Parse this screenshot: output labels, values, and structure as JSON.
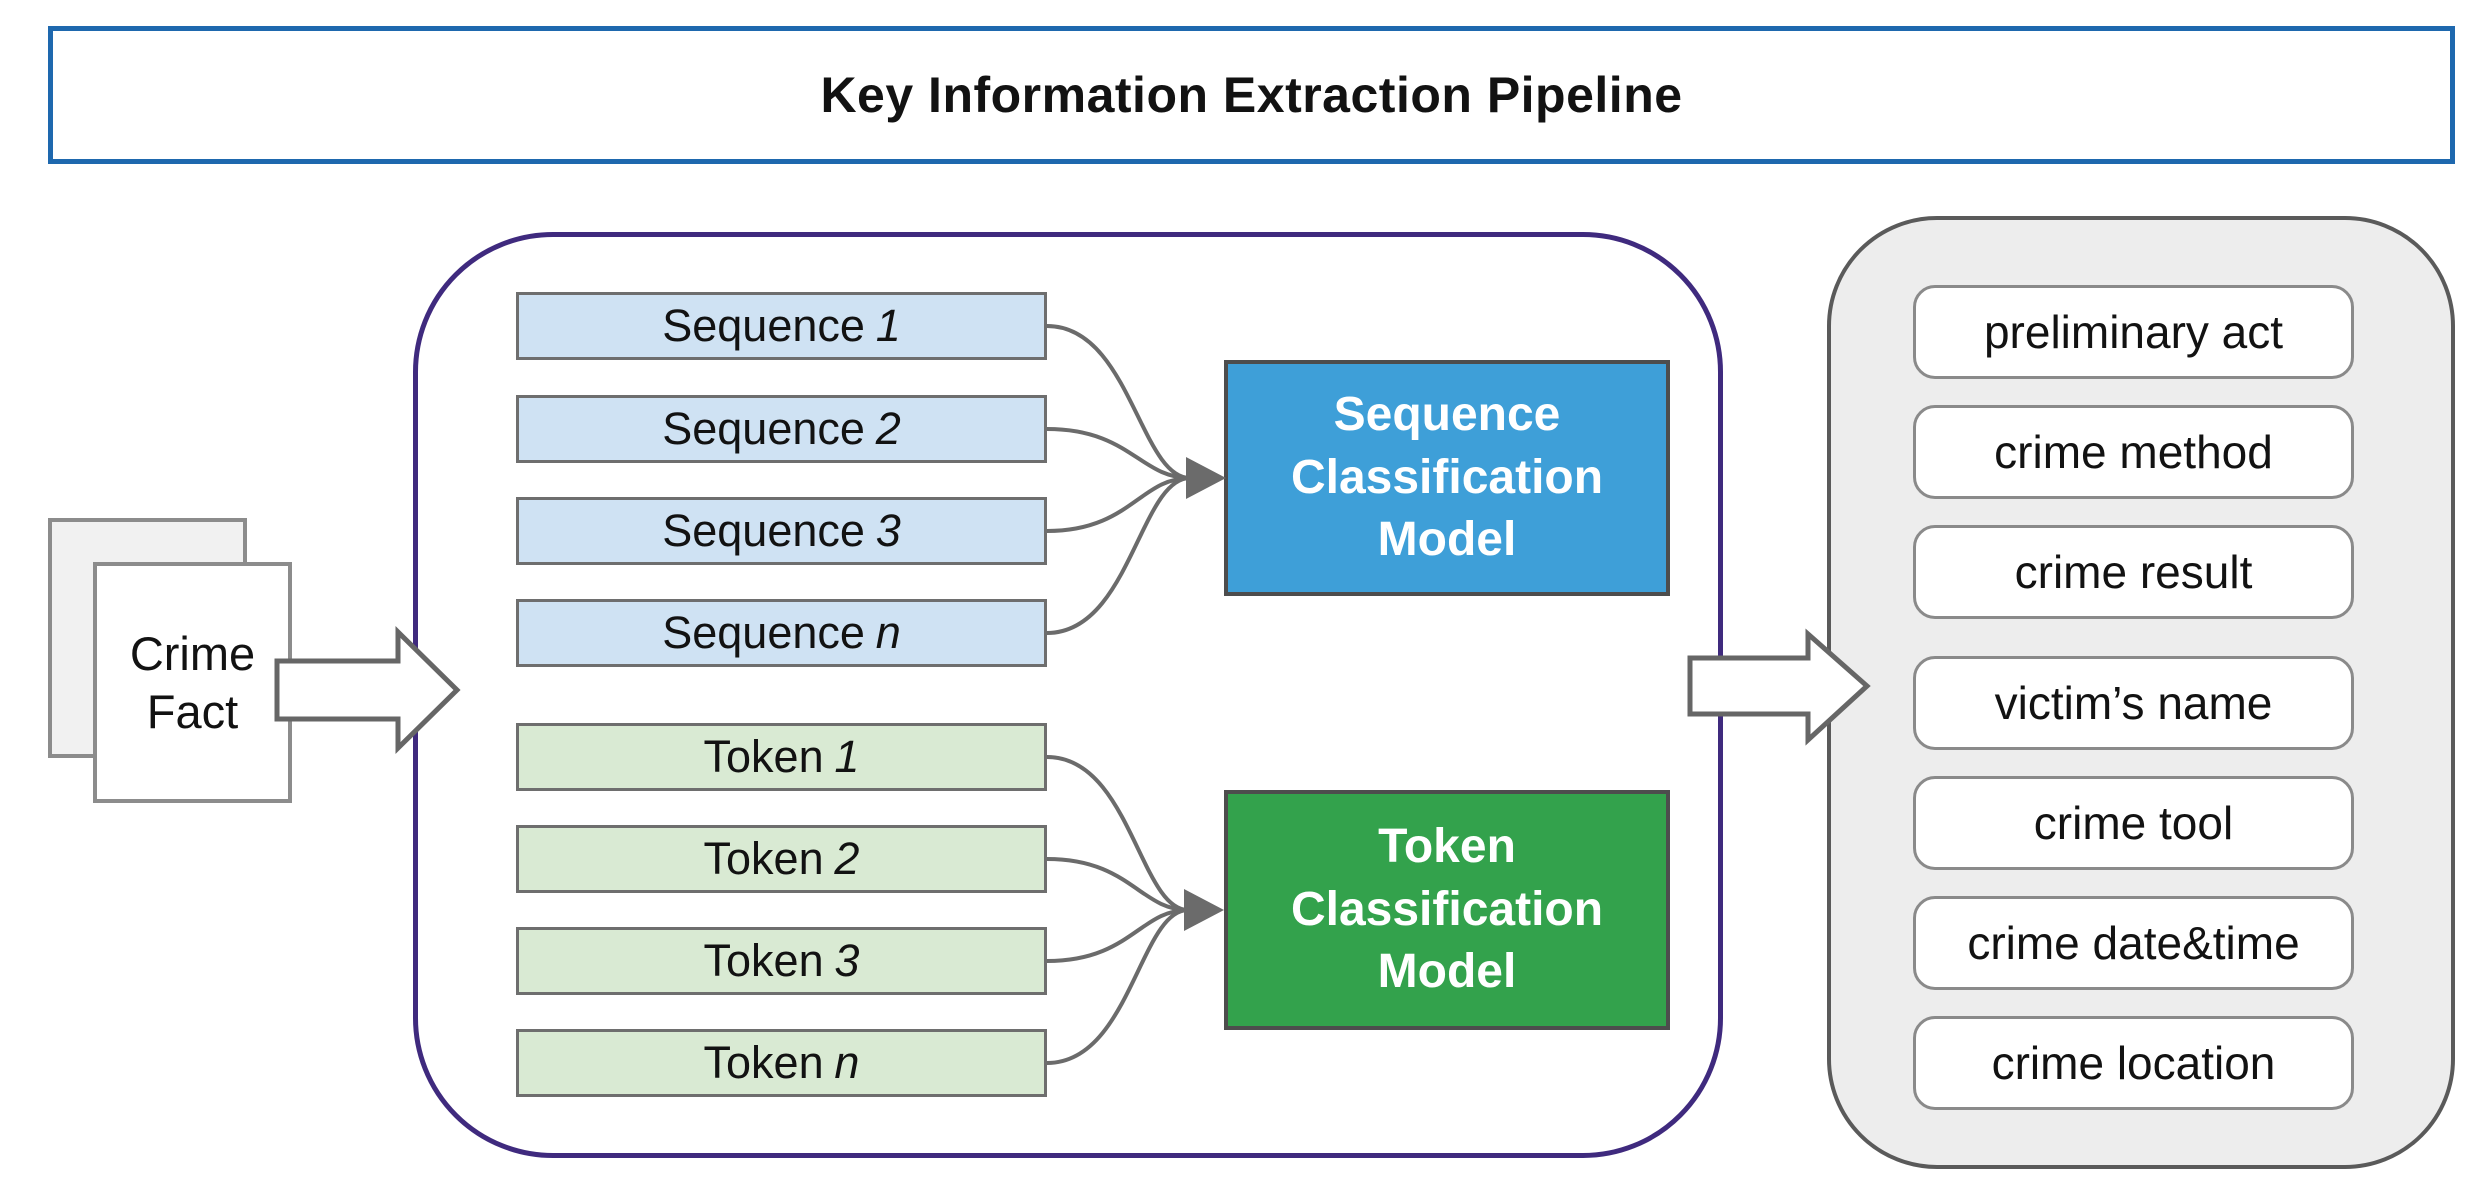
{
  "title": {
    "text": "Key Information Extraction Pipeline"
  },
  "source": {
    "lines": [
      "Crime",
      "Fact"
    ]
  },
  "pipeline": {
    "sequence_inputs": [
      {
        "prefix": "Sequence",
        "suffix": "1"
      },
      {
        "prefix": "Sequence",
        "suffix": "2"
      },
      {
        "prefix": "Sequence",
        "suffix": "3"
      },
      {
        "prefix": "Sequence",
        "suffix": "n"
      }
    ],
    "token_inputs": [
      {
        "prefix": "Token",
        "suffix": "1"
      },
      {
        "prefix": "Token",
        "suffix": "2"
      },
      {
        "prefix": "Token",
        "suffix": "3"
      },
      {
        "prefix": "Token",
        "suffix": "n"
      }
    ],
    "sequence_model": {
      "lines": [
        "Sequence",
        "Classification",
        "Model"
      ]
    },
    "token_model": {
      "lines": [
        "Token",
        "Classification",
        "Model"
      ]
    }
  },
  "outputs": {
    "items": [
      "preliminary act",
      "crime method",
      "crime result",
      "victim’s name",
      "crime tool",
      "crime date&time",
      "crime location"
    ]
  },
  "colors": {
    "title_border_blue": "#1E68AE",
    "container_border_purple": "#3F2A7E",
    "panel_gray_fill": "#EDEDED",
    "panel_border_gray": "#5A5A5A",
    "seq_input_fill": "#CFE2F3",
    "token_input_fill": "#D9EAD3",
    "input_border_gray": "#6E6E6E",
    "sequence_model_fill": "#3E9FD8",
    "token_model_fill": "#33A24C",
    "model_border_gray": "#4D4D4D",
    "model_text_white": "#FFFFFF",
    "connector_gray": "#6B6B6B",
    "arrow_fill_white": "#FFFFFF",
    "arrow_border_gray": "#666666",
    "doc_back_fill": "#F1F1F1",
    "doc_border_gray": "#8C8C8C",
    "pill_fill": "#FFFFFF",
    "pill_border": "#8A8A8A",
    "text_black": "#121212"
  }
}
